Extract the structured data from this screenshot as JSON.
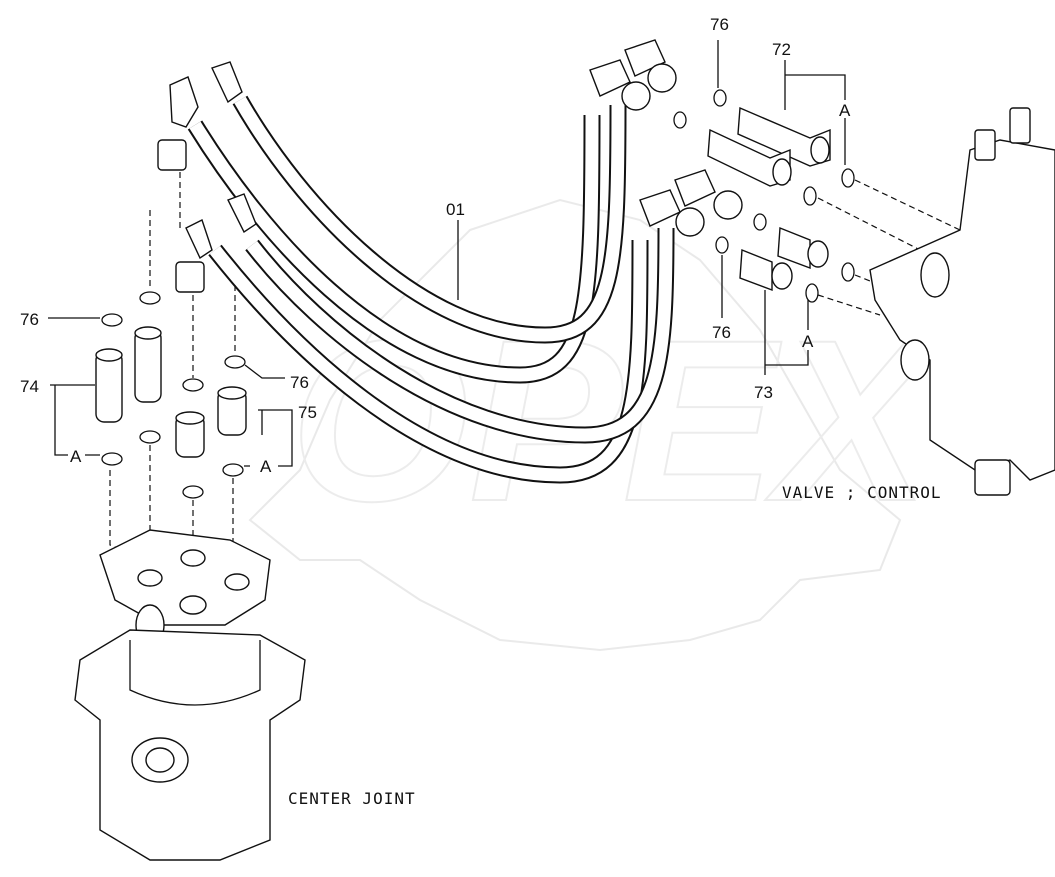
{
  "diagram": {
    "watermark": "OPEX",
    "part_labels": {
      "hose": "01",
      "oring_top": "76",
      "oring_left": "76",
      "oring_mid_left": "76",
      "oring_right": "76",
      "adapter_72": "72",
      "adapter_73": "73",
      "adapter_74": "74",
      "adapter_75": "75",
      "a_top_right": "A",
      "a_bottom_right": "A",
      "a_left": "A",
      "a_mid_left": "A"
    },
    "captions": {
      "valve": "VALVE ; CONTROL",
      "center_joint": "CENTER JOINT"
    }
  }
}
